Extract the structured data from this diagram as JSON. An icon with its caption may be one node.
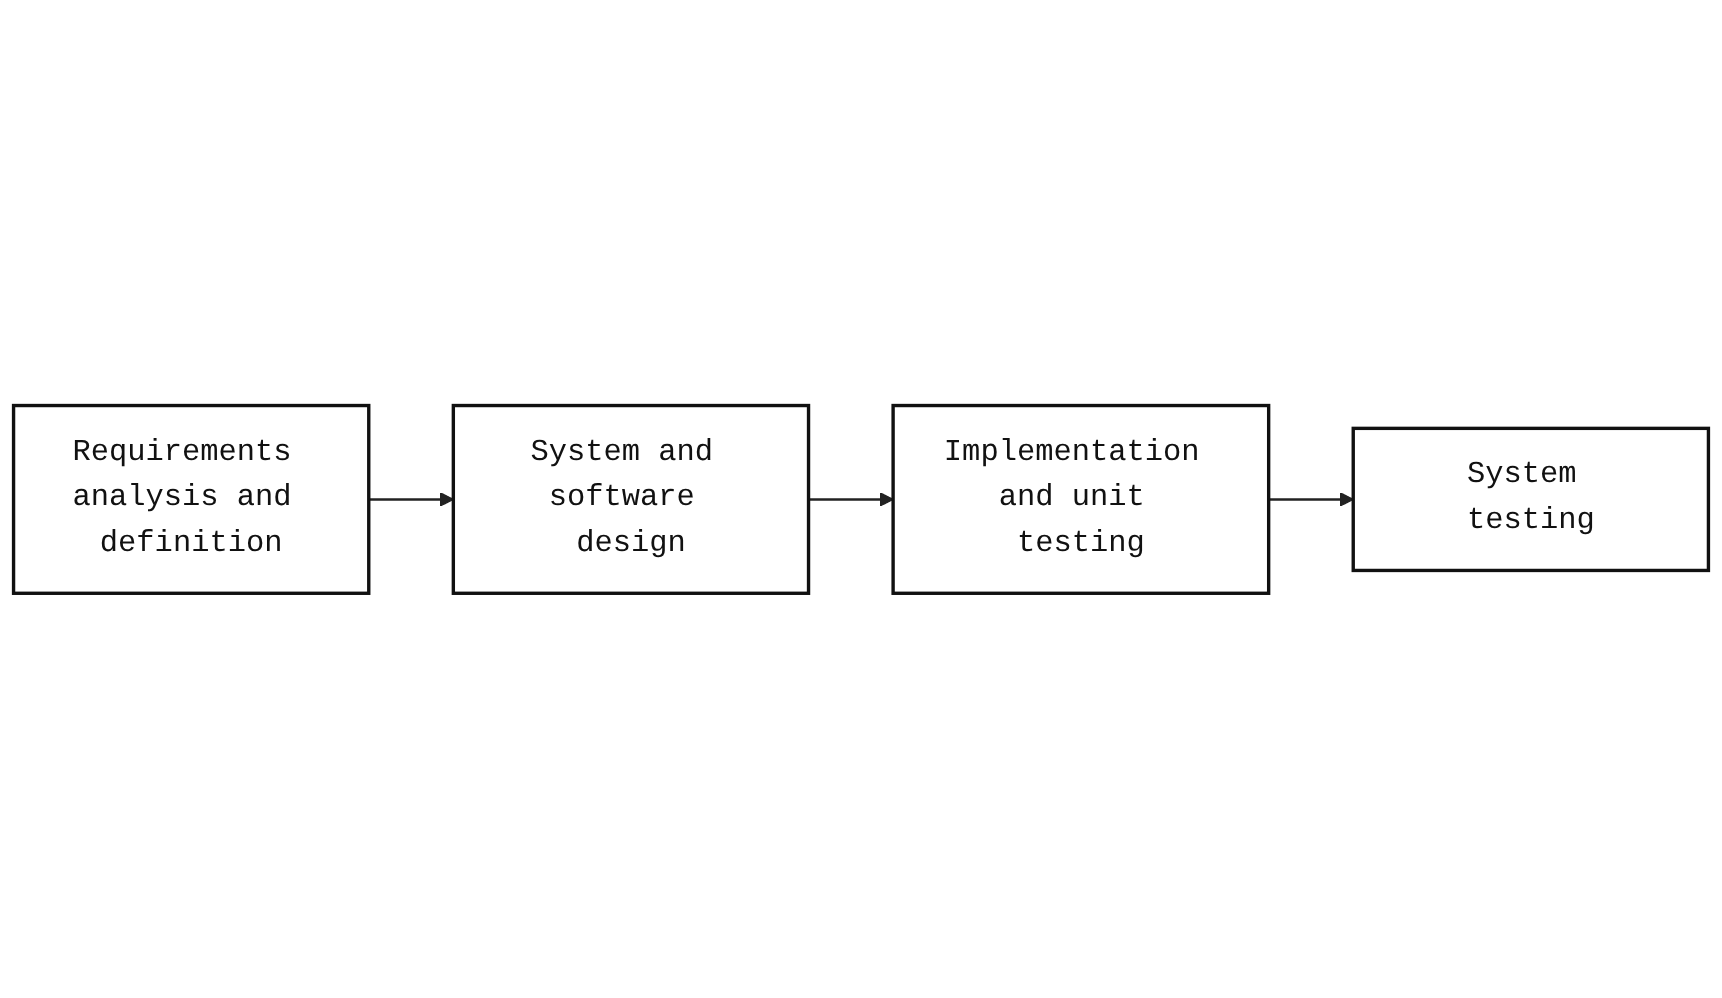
{
  "diagram": {
    "nodes": [
      {
        "text": [
          "Requirements analysis and definition"
        ]
      },
      {
        "text": [
          "System and software design"
        ]
      },
      {
        "text": [
          "Implementation and unit testing"
        ]
      },
      {
        "text": [
          "System testing"
        ]
      }
    ],
    "edges": [
      {
        "from": 0,
        "to": 1,
        "arrow": "to"
      },
      {
        "from": 1,
        "to": 2,
        "arrow": "to"
      },
      {
        "from": 2,
        "to": 3,
        "arrow": "to"
      }
    ]
  }
}
